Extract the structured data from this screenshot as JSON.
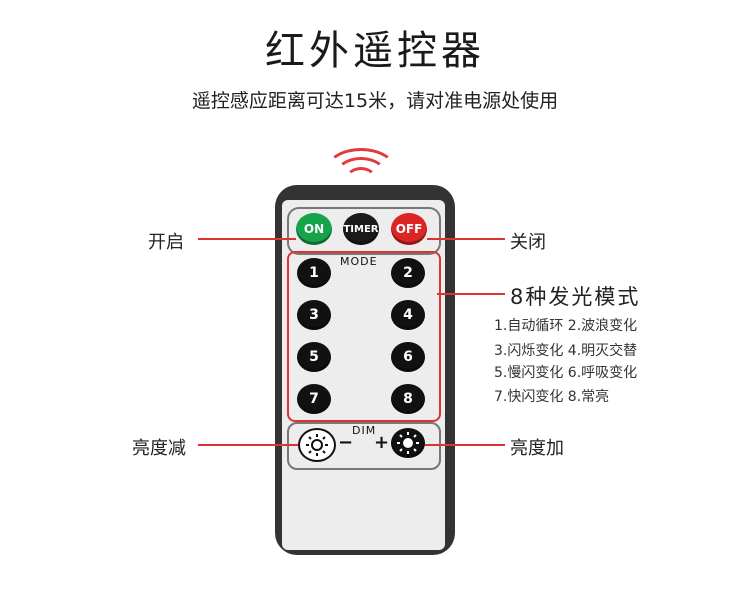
{
  "header": {
    "title": "红外遥控器",
    "subtitle": "遥控感应距离可达15米，请对准电源处使用"
  },
  "remote": {
    "on_label": "ON",
    "timer_label": "TIMER",
    "off_label": "OFF",
    "mode_label": "MODE",
    "dim_label": "DIM",
    "minus_label": "−",
    "plus_label": "+",
    "number_buttons": [
      "1",
      "2",
      "3",
      "4",
      "5",
      "6",
      "7",
      "8"
    ]
  },
  "callouts": {
    "on": "开启",
    "off": "关闭",
    "dim_down": "亮度减",
    "dim_up": "亮度加",
    "modes_title": "8种发光模式",
    "modes": [
      "1.自动循环 2.波浪变化",
      "3.闪烁变化 4.明灭交替",
      "5.慢闪变化 6.呼吸变化",
      "7.快闪变化 8.常亮"
    ]
  },
  "colors": {
    "accent_red": "#dd3333",
    "on_green": "#16a34a",
    "off_red": "#dc2626",
    "button_black": "#111111"
  }
}
